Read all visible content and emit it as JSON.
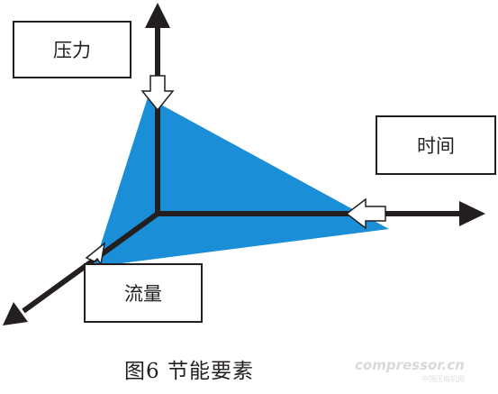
{
  "axes": {
    "pressure": "压力",
    "time": "时间",
    "flow": "流量"
  },
  "caption": "图6 节能要素",
  "watermark": {
    "text": "compressor.cn",
    "subtext": "中国压缩机网"
  },
  "colors": {
    "triangle_fill": "#1a8fd8",
    "line": "#231f20",
    "background": "#ffffff"
  }
}
